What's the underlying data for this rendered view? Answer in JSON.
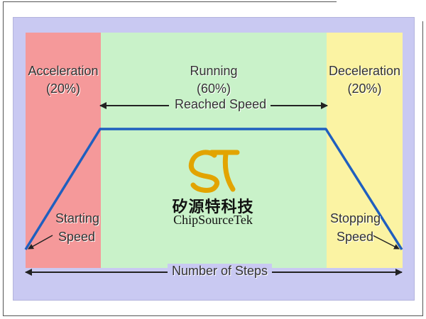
{
  "zones": [
    {
      "name": "Acceleration",
      "share": "(20%)"
    },
    {
      "name": "Running",
      "share": "(60%)"
    },
    {
      "name": "Deceleration",
      "share": "(20%)"
    }
  ],
  "labels": {
    "reached_speed": "Reached Speed",
    "starting_speed_1": "Starting",
    "starting_speed_2": "Speed",
    "stopping_speed_1": "Stopping",
    "stopping_speed_2": "Speed",
    "number_of_steps": "Number of Steps"
  },
  "brand": {
    "chinese": "矽源特科技",
    "english": "ChipSourceTek"
  },
  "colors": {
    "acceleration_zone": "#f5999a",
    "running_zone": "#c9f2c9",
    "deceleration_zone": "#fbf3a3",
    "background_panel": "#c9c9f2",
    "speed_profile_line": "#1f5fbf",
    "logo_gold": "#e2a400"
  },
  "icons": {
    "logo": "cst-gold-logo"
  }
}
